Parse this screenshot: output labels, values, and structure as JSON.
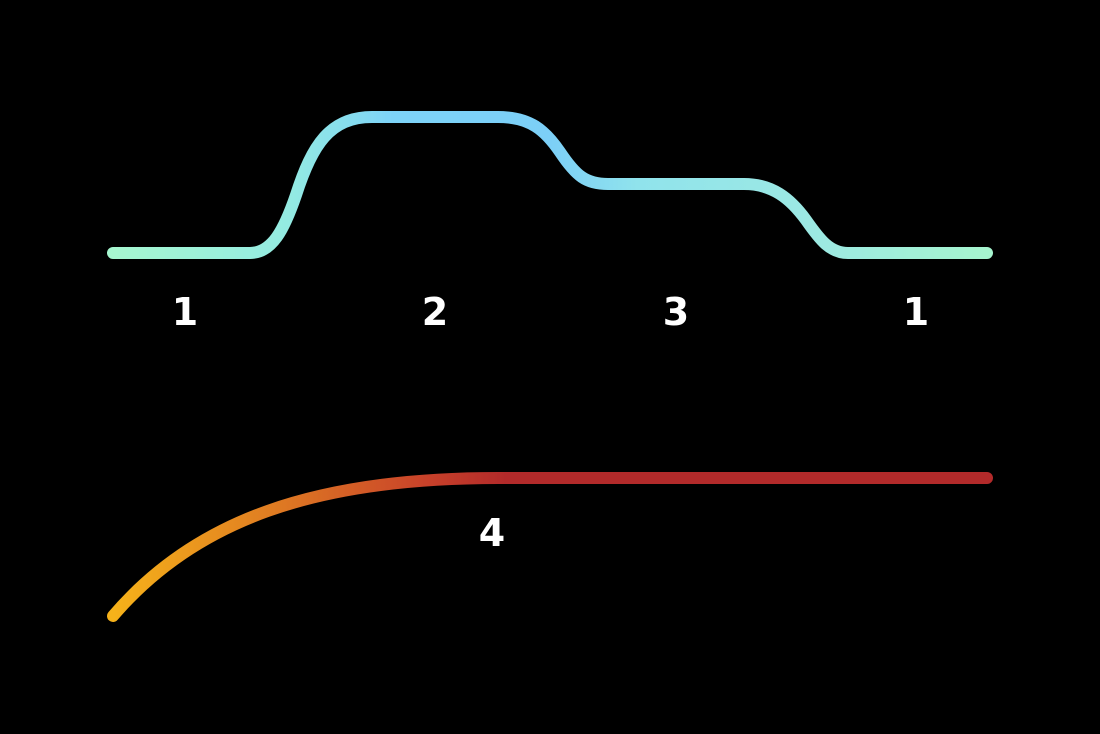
{
  "labels": {
    "phase_1_start": "1",
    "phase_2": "2",
    "phase_3": "3",
    "phase_1_end": "1",
    "phase_4": "4"
  },
  "colors": {
    "background": "#000000",
    "text": "#ffffff",
    "top_curve": [
      "#a6f7d0",
      "#94ebe2",
      "#7dd3f8",
      "#7ccff7",
      "#90e3ec",
      "#9ce9e3",
      "#a6f5cf"
    ],
    "bottom_curve": [
      "#f6b21a",
      "#e07d22",
      "#c8412a",
      "#b22a2a",
      "#b22a2a"
    ]
  }
}
